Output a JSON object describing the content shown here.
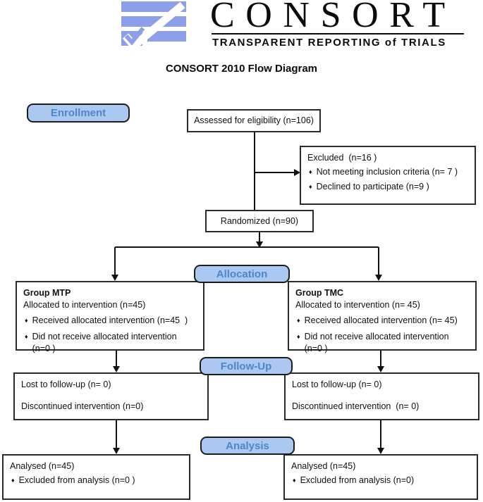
{
  "colors": {
    "logo-blue": "#8C9FE8",
    "label-fill": "#ABC8F1",
    "label-border": "#1c1c1c",
    "label-text": "#4E86C8",
    "box-border": "#2b2b2b",
    "line-color": "#111111"
  },
  "header": {
    "wordmark": "CONSORT",
    "tagline": "TRANSPARENT REPORTING of TRIALS",
    "title": "CONSORT 2010 Flow Diagram"
  },
  "bullet": "♦",
  "stages": {
    "enrollment": "Enrollment",
    "allocation": "Allocation",
    "followup": "Follow-Up",
    "analysis": "Analysis"
  },
  "boxes": {
    "assessed": {
      "text": "Assessed for eligibility (n=106)"
    },
    "excluded": {
      "title": "Excluded  (n=16 )",
      "items": [
        "Not meeting inclusion criteria (n= 7 )",
        "Declined to participate (n=9 )"
      ]
    },
    "randomized": {
      "text": "Randomized (n=90)"
    },
    "group_mtp": {
      "title": "Group MTP",
      "allocated": "Allocated to intervention (n=45)",
      "items": [
        "Received allocated intervention (n=45  )",
        "Did not receive allocated intervention  (n=0 )"
      ]
    },
    "group_tmc": {
      "title": "Group TMC",
      "allocated": "Allocated to intervention (n= 45)",
      "items": [
        "Received allocated intervention (n= 45)",
        "Did not receive allocated intervention  (n=0 )"
      ]
    },
    "followup_left": {
      "lines": [
        "Lost to follow-up (n= 0)",
        "Discontinued intervention (n=0)"
      ]
    },
    "followup_right": {
      "lines": [
        "Lost to follow-up (n= 0)",
        "Discontinued intervention  (n= 0)"
      ]
    },
    "analysis_left": {
      "title": "Analysed (n=45)",
      "items": [
        "Excluded from analysis (n=0 )"
      ]
    },
    "analysis_right": {
      "title": "Analysed (n=45)",
      "items": [
        "Excluded from analysis (n=0)"
      ]
    }
  }
}
